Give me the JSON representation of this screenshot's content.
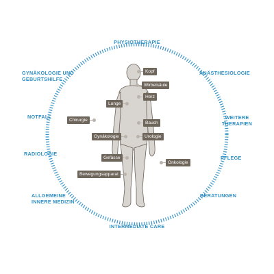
{
  "ring": {
    "color": "#2e8fc4",
    "labels": {
      "physiotherapie": "PHYSIOTHERAPIE",
      "anaesthesiologie": "ANÄSTHESIOLOGIE",
      "weitere_line1": "WEITERE",
      "weitere_line2": "THERAPIEN",
      "pflege": "PFLEGE",
      "beratungen": "BERATUNGEN",
      "intermediate_care": "INTERMEDIATE CARE",
      "allgemeine_line1": "ALLGEMEINE",
      "allgemeine_line2": "INNERE MEDIZIN",
      "radiologie": "RADIOLOGIE",
      "notfall": "NOTFALL",
      "gyn_line1": "GYNÄKOLOGIE UND",
      "gyn_line2": "GEBURTSHILFE"
    }
  },
  "body": {
    "figure_color": "#d8d4cf",
    "outline_color": "#6b6259",
    "tag_color": "#6e655b",
    "tags": {
      "kopf": "Kopf",
      "wirbelsaeule": "Wirbelsäule",
      "herz": "Herz",
      "lunge": "Lunge",
      "chirurgie": "Chirurgie",
      "bauch": "Bauch",
      "gynaekologie": "Gynäkologie",
      "urologie": "Urologie",
      "gefaesse": "Gefässe",
      "bewegungsapparat": "Bewegungsapparat",
      "onkologie": "Onkologie"
    }
  }
}
